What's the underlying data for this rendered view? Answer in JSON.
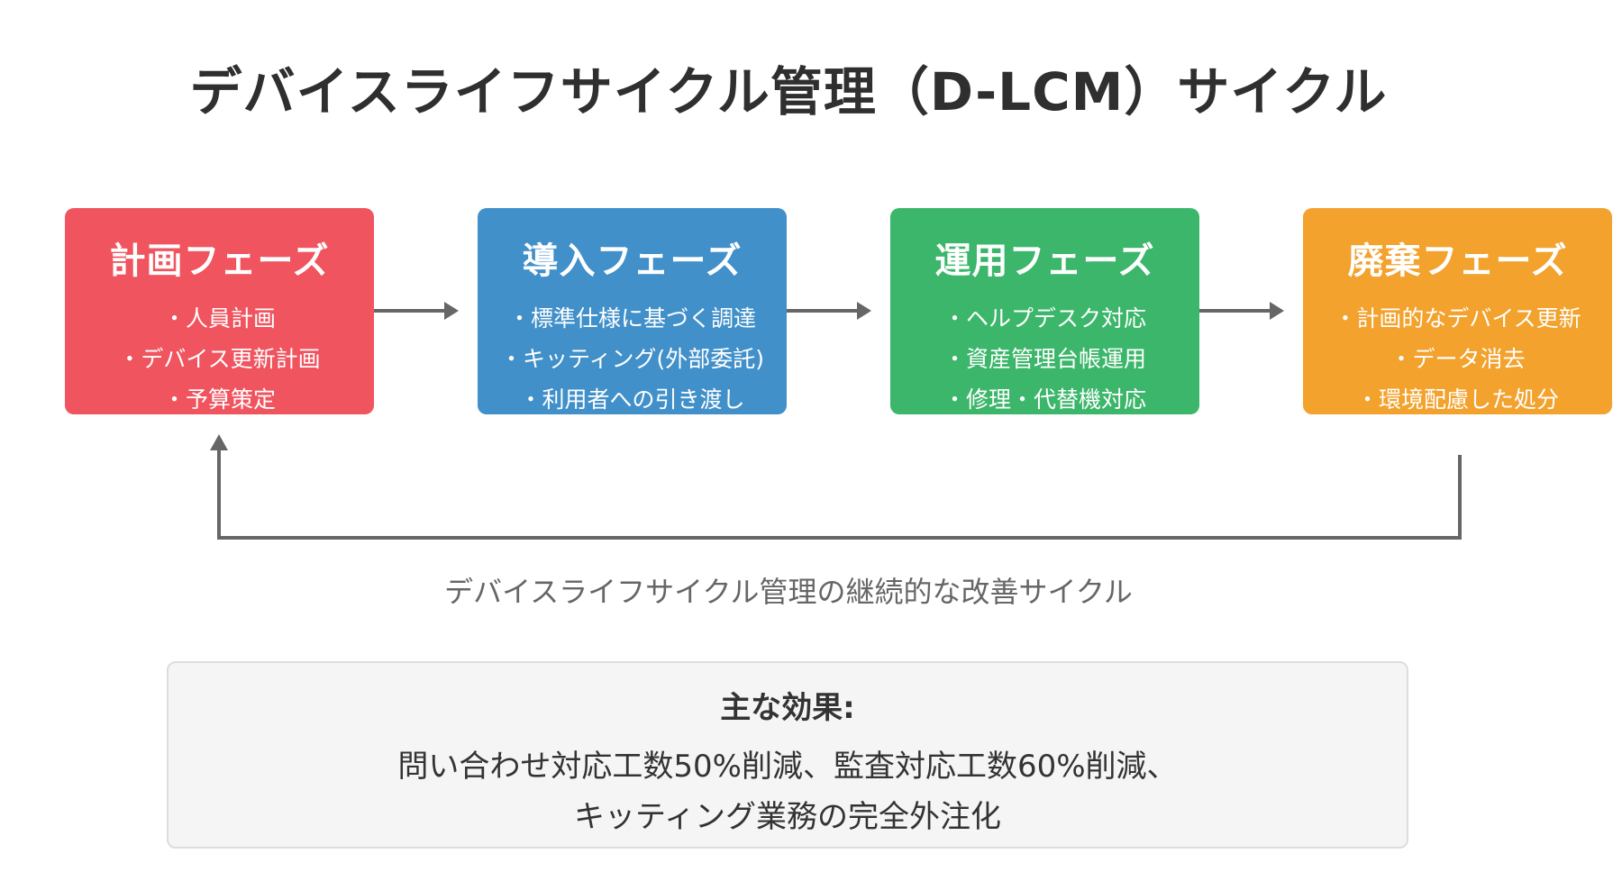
{
  "title": "デバイスライフサイクル管理（D-LCM）サイクル",
  "phases": [
    {
      "title": "計画フェーズ",
      "color": "#f0545f",
      "items": [
        "・人員計画",
        "・デバイス更新計画",
        "・予算策定"
      ]
    },
    {
      "title": "導入フェーズ",
      "color": "#4190c9",
      "items": [
        "・標準仕様に基づく調達",
        "・キッティング(外部委託)",
        "・利用者への引き渡し"
      ]
    },
    {
      "title": "運用フェーズ",
      "color": "#3cb66a",
      "items": [
        "・ヘルプデスク対応",
        "・資産管理台帳運用",
        "・修理・代替機対応"
      ]
    },
    {
      "title": "廃棄フェーズ",
      "color": "#f2a22d",
      "items": [
        "・計画的なデバイス更新",
        "・データ消去",
        "・環境配慮した処分"
      ]
    }
  ],
  "cycle_caption": "デバイスライフサイクル管理の継続的な改善サイクル",
  "effects": {
    "title": "主な効果:",
    "line1": "問い合わせ対応工数50%削減、監査対応工数60%削減、",
    "line2": "キッティング業務の完全外注化"
  },
  "colors": {
    "arrow": "#666666",
    "effects_bg": "#f5f5f5",
    "effects_border": "#dddddd"
  }
}
